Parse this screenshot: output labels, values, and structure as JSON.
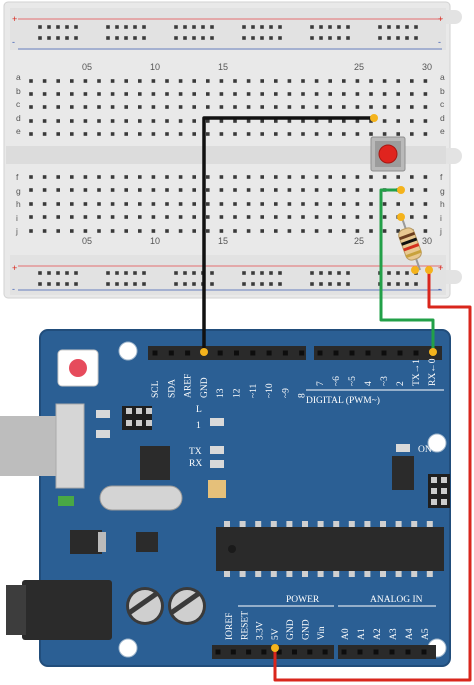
{
  "breadboard": {
    "column_numbers": [
      "05",
      "10",
      "15",
      "25",
      "30"
    ],
    "row_letters_top": [
      "a",
      "b",
      "c",
      "d",
      "e"
    ],
    "row_letters_bottom": [
      "f",
      "g",
      "h",
      "i",
      "j"
    ],
    "plus_sign": "+",
    "minus_sign": "-"
  },
  "arduino": {
    "digital_header": "DIGITAL (PWM~)",
    "top_pin_labels": [
      "SCL",
      "SDA",
      "AREF",
      "GND",
      "13",
      "12",
      "~11",
      "~10",
      "~9",
      "8",
      "7",
      "~6",
      "~5",
      "4",
      "~3",
      "2",
      "TX→1",
      "RX←0"
    ],
    "on_label": "ON",
    "l_label": "L",
    "one_label": "1",
    "tx_label": "TX",
    "rx_label": "RX",
    "power_header": "POWER",
    "analog_header": "ANALOG IN",
    "power_pin_labels": [
      "IOREF",
      "RESET",
      "3.3V",
      "5V",
      "GND",
      "GND",
      "Vin"
    ],
    "analog_pin_labels": [
      "A0",
      "A1",
      "A2",
      "A3",
      "A4",
      "A5"
    ]
  },
  "colors": {
    "board_blue": "#2b5f94",
    "board_edge": "#214d7b",
    "breadboard": "#e9e9e9",
    "wire_black": "#111111",
    "wire_green": "#22a048",
    "wire_red": "#d9261c",
    "pin_highlight": "#f4b31c",
    "button_red": "#e0241e"
  }
}
